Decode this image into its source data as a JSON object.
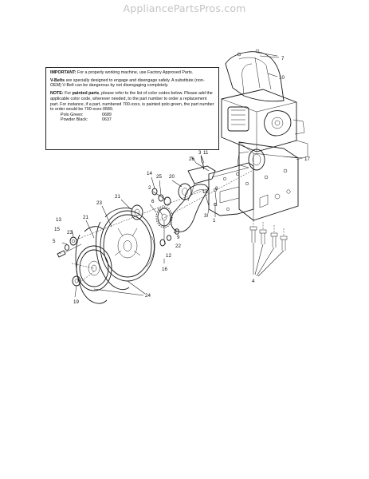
{
  "watermark": "AppliancePartsPros.com",
  "note": {
    "important_label": "IMPORTANT:",
    "important_text": " For a properly working machine, use Factory Approved Parts.",
    "vbelts_label": "V-Belts",
    "vbelts_text": " are specially designed to engage and disengage safely. A substitute (non-OEM) V-Belt can be dangerous by not disengaging completely.",
    "note_label": "NOTE:",
    "note_pre": " For ",
    "painted_label": "painted parts",
    "note_text": ", please refer to the list of color codes below. Please add the applicable color code, wherever needed, to the part number to order a replacement part. For instance, if a part, numbered 700-xxxx, is painted polo green, the part number to order would be 700-xxxx-0689.",
    "colors": [
      {
        "name": "Polo Green:",
        "code": "0689"
      },
      {
        "name": "Powder Black:",
        "code": "0637"
      }
    ]
  },
  "callouts": {
    "c7": "7",
    "c10": "10",
    "c17": "17",
    "c26": "26",
    "c3a": "3",
    "c11": "11",
    "c14": "14",
    "c25": "25",
    "c2": "2",
    "c20": "20",
    "c21a": "21",
    "c23a": "23",
    "c6": "6",
    "c18": "18",
    "c8": "8",
    "c3b": "3",
    "c1": "1",
    "c9": "9",
    "c22": "22",
    "c12": "12",
    "c16": "16",
    "c13": "13",
    "c15": "15",
    "c5": "5",
    "c23b": "23",
    "c21b": "21",
    "c24": "24",
    "c19": "19",
    "c4": "4"
  }
}
